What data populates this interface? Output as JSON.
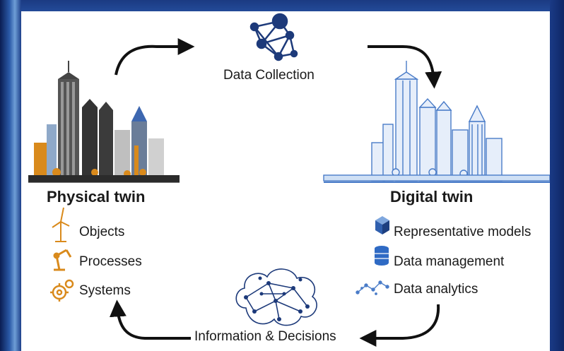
{
  "diagram": {
    "top_label": "Data Collection",
    "bottom_label": "Information & Decisions",
    "physical": {
      "title": "Physical twin",
      "items": [
        {
          "label": "Objects",
          "icon": "wind-turbine-icon"
        },
        {
          "label": "Processes",
          "icon": "robot-arm-icon"
        },
        {
          "label": "Systems",
          "icon": "gears-icon"
        }
      ]
    },
    "digital": {
      "title": "Digital twin",
      "items": [
        {
          "label": "Representative models",
          "icon": "cube-icon"
        },
        {
          "label": "Data management",
          "icon": "database-icon"
        },
        {
          "label": "Data analytics",
          "icon": "scatter-analytics-icon"
        }
      ]
    }
  },
  "colors": {
    "frame_blue": "#163483",
    "physical_accent": "#d98a1c",
    "physical_dark": "#2b2b2b",
    "digital_blue": "#4a7cc8",
    "digital_light": "#cfe0f5",
    "network_navy": "#1d3a7a",
    "arrow": "#111111"
  }
}
